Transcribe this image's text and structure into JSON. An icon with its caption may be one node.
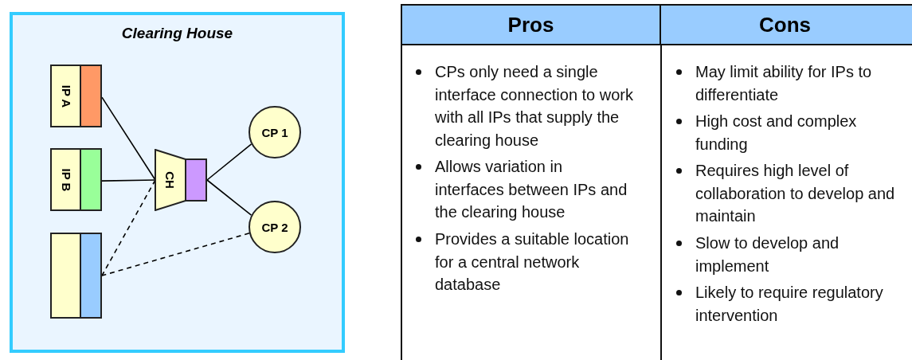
{
  "diagram": {
    "nodes": [
      {
        "text": [
          "Clearing House"
        ]
      },
      {
        "text": [
          "IP A"
        ],
        "in": 0
      },
      {
        "text": [
          "IP B"
        ],
        "in": 0
      },
      {
        "text": [],
        "shape": "box",
        "in": 0
      },
      {
        "text": [
          "CH"
        ],
        "in": 0
      },
      {
        "text": [
          "CP 1"
        ],
        "in": 0
      },
      {
        "text": [
          "CP 2"
        ],
        "in": 0
      }
    ],
    "edges": [
      {
        "from": 1,
        "to": 4,
        "arrow": "none"
      },
      {
        "from": 2,
        "to": 4,
        "arrow": "none"
      },
      {
        "from": 4,
        "to": 5,
        "arrow": "none"
      },
      {
        "from": 4,
        "to": 6,
        "arrow": "none"
      },
      {
        "from": 4,
        "to": 3,
        "arrow": "none",
        "style": "dashed"
      },
      {
        "from": 6,
        "to": 3,
        "arrow": "none",
        "style": "dashed"
      }
    ],
    "labels": [
      "Pros",
      "Cons",
      "CPs only need a single interface connection to work with all IPs that supply the clearing house",
      "Allows variation in interfaces between IPs and the clearing house",
      "Provides a suitable location for a central network database",
      "May limit ability for IPs to differentiate",
      "High cost and complex funding",
      "Requires high level of collaboration to develop and maintain",
      "Slow to develop and implement",
      "Likely to require regulatory intervention"
    ]
  }
}
